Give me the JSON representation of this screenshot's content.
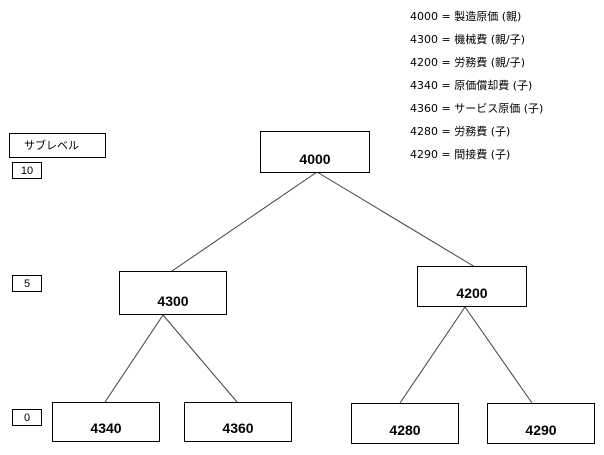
{
  "legend": [
    "4000 = 製造原価 (親)",
    "4300 = 機械費 (親/子)",
    "4200 = 労務費 (親/子)",
    "4340 = 原価償却費 (子)",
    "4360 = サービス原価 (子)",
    "4280 = 労務費 (子)",
    "4290 = 間接費 (子)"
  ],
  "sublevel": {
    "title": "サブレベル",
    "levels": [
      "10",
      "5",
      "0"
    ]
  },
  "tree": {
    "root": "4000",
    "left": "4300",
    "right": "4200",
    "leaf_1": "4340",
    "leaf_2": "4360",
    "leaf_3": "4280",
    "leaf_4": "4290"
  }
}
